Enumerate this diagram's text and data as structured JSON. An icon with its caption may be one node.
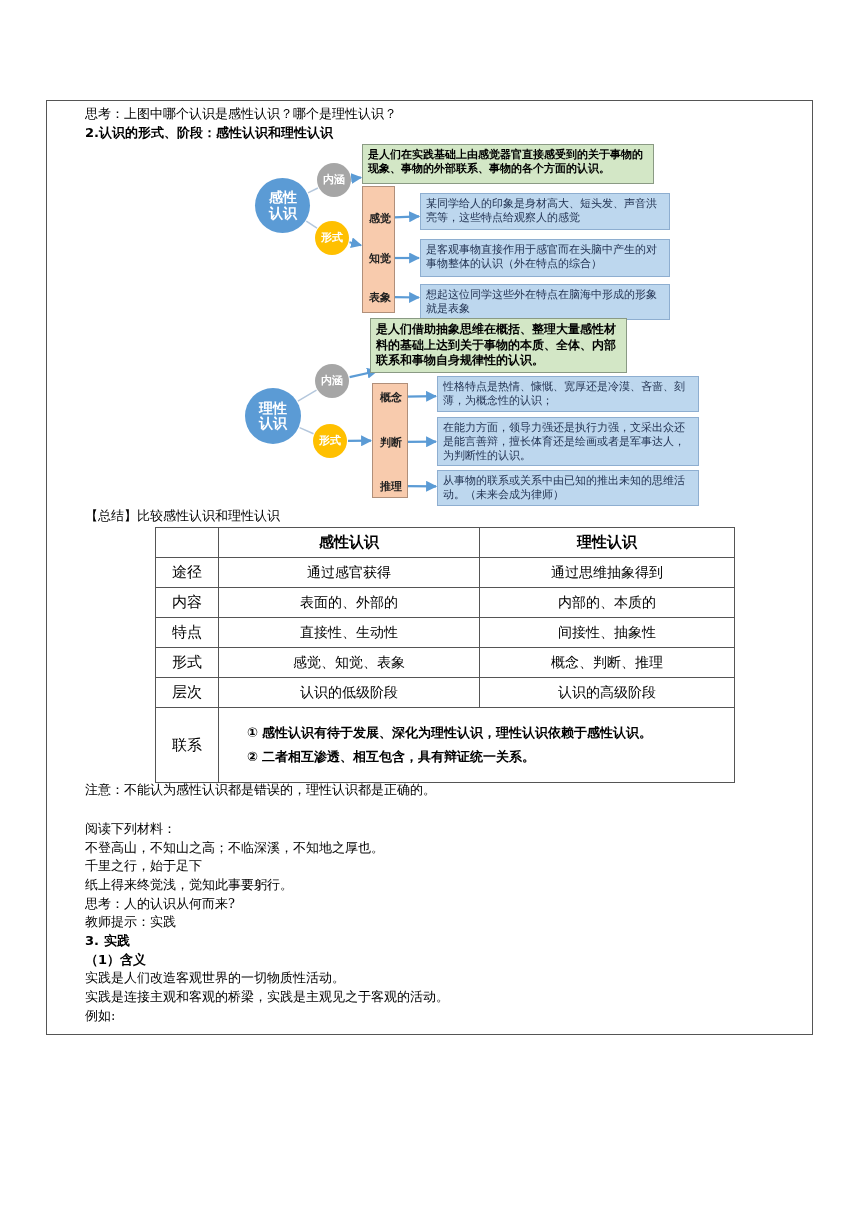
{
  "diagram": {
    "nodes": [
      {
        "text": [
          "感性认识"
        ]
      },
      {
        "text": [
          "内涵"
        ]
      },
      {
        "text": [
          "形式"
        ]
      },
      {
        "text": [
          "是人们在实践基础上由感觉器官直接感受到的关于事物的现象、事物的外部联系、事物的各个方面的认识。"
        ]
      },
      {
        "text": [],
        "shape": "bar"
      },
      {
        "text": [
          "感觉"
        ],
        "in": 4
      },
      {
        "text": [
          "知觉"
        ],
        "in": 4
      },
      {
        "text": [
          "表象"
        ],
        "in": 4
      },
      {
        "text": [
          "某同学给人的印象是身材高大、短头发、声音洪亮等，这些特点给观察人的感觉"
        ]
      },
      {
        "text": [
          "是客观事物直接作用于感官而在头脑中产生的对事物整体的认识（外在特点的综合）"
        ]
      },
      {
        "text": [
          "想起这位同学这些外在特点在脑海中形成的形象就是表象"
        ]
      },
      {
        "text": [
          "理性认识"
        ]
      },
      {
        "text": [
          "内涵"
        ]
      },
      {
        "text": [
          "形式"
        ]
      },
      {
        "text": [
          "是人们借助抽象思维在概括、整理大量感性材料的基础上达到关于事物的本质、全体、内部联系和事物自身规律性的认识。"
        ]
      },
      {
        "text": [],
        "shape": "bar"
      },
      {
        "text": [
          "概念"
        ],
        "in": 15
      },
      {
        "text": [
          "判断"
        ],
        "in": 15
      },
      {
        "text": [
          "推理"
        ],
        "in": 15
      },
      {
        "text": [
          "性格特点是热情、慷慨、宽厚还是冷漠、吝啬、刻薄，为概念性的认识；"
        ]
      },
      {
        "text": [
          "在能力方面，领导力强还是执行力强，文采出众还是能言善辩，擅长体育还是绘画或者是军事达人，为判断性的认识。"
        ]
      },
      {
        "text": [
          "从事物的联系或关系中由已知的推出未知的思维活动。（未来会成为律师）"
        ]
      }
    ],
    "edges": [
      {
        "from": 0,
        "to": 1,
        "arrow": "none",
        "color": "#b4c7dc"
      },
      {
        "from": 0,
        "to": 2,
        "arrow": "none",
        "color": "#b4c7dc"
      },
      {
        "from": 1,
        "to": 3,
        "arrow": "to"
      },
      {
        "from": 2,
        "to": 4,
        "arrow": "to"
      },
      {
        "from": 5,
        "to": 8,
        "arrow": "to"
      },
      {
        "from": 6,
        "to": 9,
        "arrow": "to"
      },
      {
        "from": 7,
        "to": 10,
        "arrow": "to"
      },
      {
        "from": 11,
        "to": 12,
        "arrow": "none",
        "color": "#b4c7dc"
      },
      {
        "from": 11,
        "to": 13,
        "arrow": "none",
        "color": "#b4c7dc"
      },
      {
        "from": 12,
        "to": 14,
        "arrow": "to"
      },
      {
        "from": 13,
        "to": 15,
        "arrow": "to"
      },
      {
        "from": 16,
        "to": 19,
        "arrow": "to"
      },
      {
        "from": 17,
        "to": 20,
        "arrow": "to"
      },
      {
        "from": 18,
        "to": 21,
        "arrow": "to"
      }
    ],
    "labels": [
      "思考：上图中哪个认识是感性认识？哪个是理性认识？",
      "2.认识的形式、阶段：感性认识和理性认识",
      "【总结】比较感性认识和理性认识",
      "感性认识",
      "理性认识",
      "途径",
      "通过感官获得",
      "通过思维抽象得到",
      "内容",
      "表面的、外部的",
      "内部的、本质的",
      "特点",
      "直接性、生动性",
      "间接性、抽象性",
      "形式",
      "感觉、知觉、表象",
      "概念、判断、推理",
      "层次",
      "认识的低级阶段",
      "认识的高级阶段",
      "联系",
      "① 感性认识有待于发展、深化为理性认识，理性认识依赖于感性认识。",
      "② 二者相互渗透、相互包含，具有辩证统一关系。",
      "注意：不能认为感性认识都是错误的，理性认识都是正确的。",
      "阅读下列材料：",
      "不登高山，不知山之高；不临深溪，不知地之厚也。",
      "千里之行，始于足下",
      "纸上得来终觉浅，觉知此事要躬行。",
      "思考：人的认识从何而来?",
      "教师提示：实践",
      "3. 实践",
      "（1）含义",
      "实践是人们改造客观世界的一切物质性活动。",
      "实践是连接主观和客观的桥梁，实践是主观见之于客观的活动。",
      "例如:"
    ]
  }
}
